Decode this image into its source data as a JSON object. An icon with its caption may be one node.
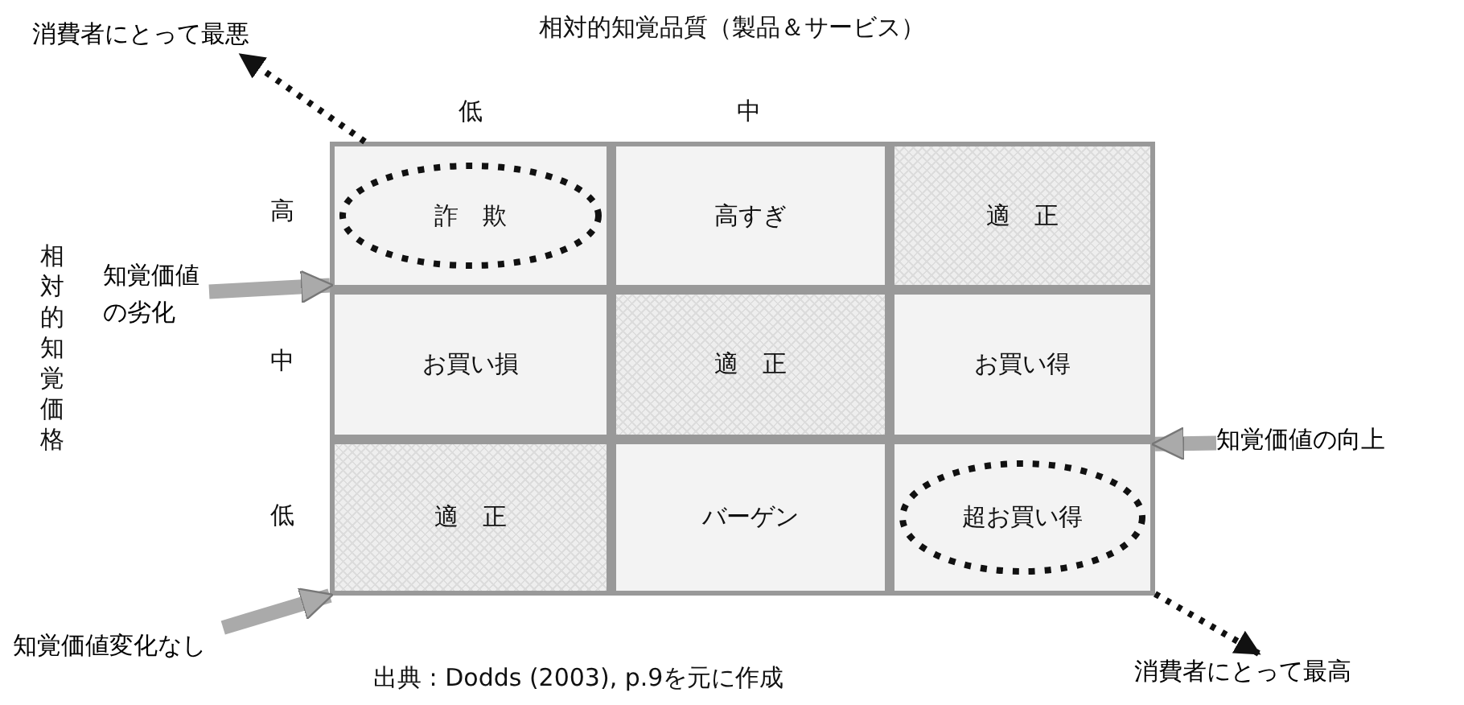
{
  "diagram": {
    "title": "相対的知覚品質（製品＆サービス）",
    "nodes": [
      {
        "text": [
          "詐　欺"
        ]
      },
      {
        "text": [
          "高すぎ"
        ]
      },
      {
        "text": [
          "適　正"
        ]
      },
      {
        "text": [
          "お買い損"
        ]
      },
      {
        "text": [
          "適　正"
        ]
      },
      {
        "text": [
          "お買い得"
        ]
      },
      {
        "text": [
          "適　正"
        ]
      },
      {
        "text": [
          "バーゲン"
        ]
      },
      {
        "text": [
          "超お買い得"
        ]
      },
      {
        "text": [
          "消費者にとって最悪"
        ]
      },
      {
        "text": [
          "消費者にとって最高"
        ]
      },
      {
        "text": [
          "知覚価値の劣化"
        ]
      },
      {
        "text": [
          "知覚価値の向上"
        ]
      },
      {
        "text": [
          "知覚価値変化なし"
        ]
      }
    ],
    "edges": [
      {
        "from": 0,
        "to": 9,
        "arrow": "to",
        "style": "dashed",
        "color": "#111111"
      },
      {
        "from": 8,
        "to": 10,
        "arrow": "to",
        "style": "dashed",
        "color": "#111111"
      },
      {
        "from": 11,
        "to": 0,
        "arrow": "to"
      },
      {
        "from": 12,
        "to": 8,
        "arrow": "to"
      },
      {
        "from": 13,
        "to": 6,
        "arrow": "to"
      }
    ],
    "labels": [
      "低",
      "中",
      "高",
      "中",
      "低",
      "相対的知覚価格"
    ],
    "caption": "出典 : Dodds (2003), p.9を元に作成"
  }
}
